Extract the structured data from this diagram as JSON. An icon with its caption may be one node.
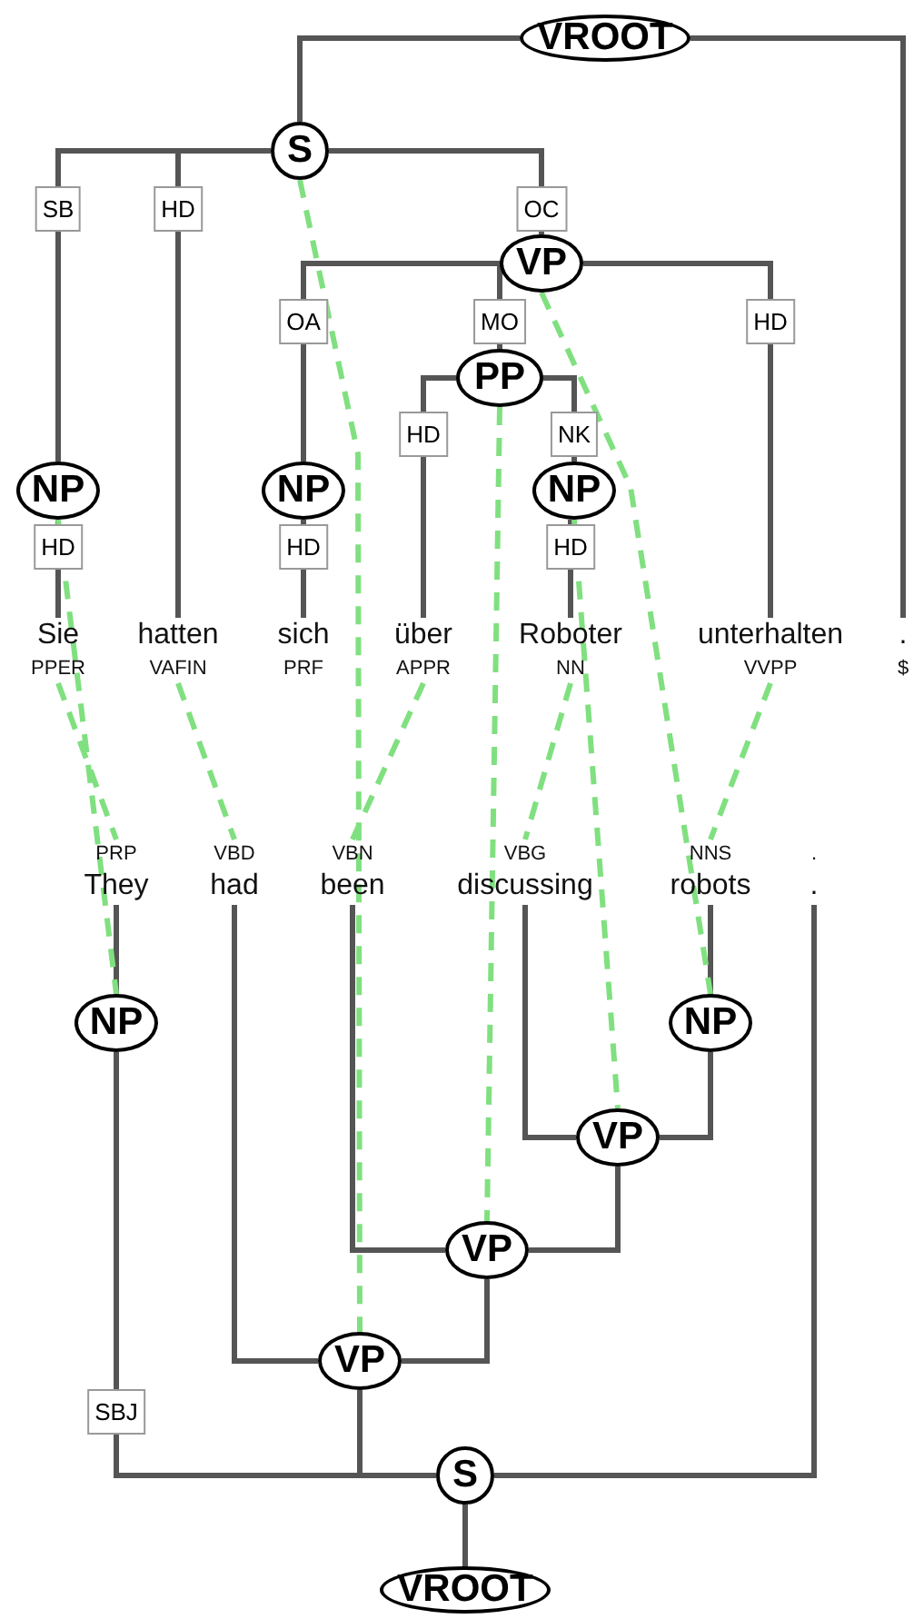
{
  "diagram": {
    "nodes": [
      {
        "text": [
          "VROOT"
        ]
      },
      {
        "text": [
          "S"
        ]
      },
      {
        "text": [
          "VP"
        ]
      },
      {
        "text": [
          "PP"
        ]
      },
      {
        "text": [
          "NP"
        ]
      },
      {
        "text": [
          "NP"
        ]
      },
      {
        "text": [
          "NP"
        ]
      },
      {
        "text": [
          "Sie",
          "PPER"
        ]
      },
      {
        "text": [
          "hatten",
          "VAFIN"
        ]
      },
      {
        "text": [
          "sich",
          "PRF"
        ]
      },
      {
        "text": [
          "über",
          "APPR"
        ]
      },
      {
        "text": [
          "Roboter",
          "NN"
        ]
      },
      {
        "text": [
          "unterhalten",
          "VVPP"
        ]
      },
      {
        "text": [
          ".",
          "$"
        ]
      },
      {
        "text": [
          "PRP",
          "They"
        ]
      },
      {
        "text": [
          "VBD",
          "had"
        ]
      },
      {
        "text": [
          "VBN",
          "been"
        ]
      },
      {
        "text": [
          "VBG",
          "discussing"
        ]
      },
      {
        "text": [
          "NNS",
          "robots"
        ]
      },
      {
        "text": [
          ".",
          "."
        ]
      },
      {
        "text": [
          "NP"
        ]
      },
      {
        "text": [
          "NP"
        ]
      },
      {
        "text": [
          "VP"
        ]
      },
      {
        "text": [
          "VP"
        ]
      },
      {
        "text": [
          "VP"
        ]
      },
      {
        "text": [
          "S"
        ]
      },
      {
        "text": [
          "VROOT"
        ]
      }
    ],
    "edges": [
      {
        "from": 0,
        "to": 1,
        "arrow": "none"
      },
      {
        "from": 0,
        "to": 13,
        "arrow": "none"
      },
      {
        "from": 1,
        "to": 4,
        "arrow": "none",
        "label": "SB"
      },
      {
        "from": 1,
        "to": 8,
        "arrow": "none",
        "label": "HD"
      },
      {
        "from": 1,
        "to": 2,
        "arrow": "none",
        "label": "OC"
      },
      {
        "from": 2,
        "to": 5,
        "arrow": "none",
        "label": "OA"
      },
      {
        "from": 2,
        "to": 3,
        "arrow": "none",
        "label": "MO"
      },
      {
        "from": 2,
        "to": 12,
        "arrow": "none",
        "label": "HD"
      },
      {
        "from": 3,
        "to": 10,
        "arrow": "none",
        "label": "HD"
      },
      {
        "from": 3,
        "to": 6,
        "arrow": "none",
        "label": "NK"
      },
      {
        "from": 4,
        "to": 7,
        "arrow": "none",
        "label": "HD"
      },
      {
        "from": 5,
        "to": 9,
        "arrow": "none",
        "label": "HD"
      },
      {
        "from": 6,
        "to": 11,
        "arrow": "none",
        "label": "HD"
      },
      {
        "from": 26,
        "to": 25,
        "arrow": "none"
      },
      {
        "from": 25,
        "to": 20,
        "arrow": "none",
        "label": "SBJ"
      },
      {
        "from": 25,
        "to": 24,
        "arrow": "none"
      },
      {
        "from": 25,
        "to": 19,
        "arrow": "none"
      },
      {
        "from": 20,
        "to": 14,
        "arrow": "none"
      },
      {
        "from": 24,
        "to": 15,
        "arrow": "none"
      },
      {
        "from": 24,
        "to": 23,
        "arrow": "none"
      },
      {
        "from": 23,
        "to": 16,
        "arrow": "none"
      },
      {
        "from": 23,
        "to": 22,
        "arrow": "none"
      },
      {
        "from": 22,
        "to": 17,
        "arrow": "none"
      },
      {
        "from": 22,
        "to": 21,
        "arrow": "none"
      },
      {
        "from": 21,
        "to": 18,
        "arrow": "none"
      },
      {
        "from": 1,
        "to": 24,
        "arrow": "none",
        "style": "dashed",
        "color": "#80e080"
      },
      {
        "from": 2,
        "to": 21,
        "arrow": "none",
        "style": "dashed",
        "color": "#80e080"
      },
      {
        "from": 3,
        "to": 23,
        "arrow": "none",
        "style": "dashed",
        "color": "#80e080"
      },
      {
        "from": 4,
        "to": 20,
        "arrow": "none",
        "style": "dashed",
        "color": "#80e080"
      },
      {
        "from": 6,
        "to": 22,
        "arrow": "none",
        "style": "dashed",
        "color": "#80e080"
      },
      {
        "from": 7,
        "to": 14,
        "arrow": "none",
        "style": "dashed",
        "color": "#80e080"
      },
      {
        "from": 8,
        "to": 15,
        "arrow": "none",
        "style": "dashed",
        "color": "#80e080"
      },
      {
        "from": 10,
        "to": 16,
        "arrow": "none",
        "style": "dashed",
        "color": "#80e080"
      },
      {
        "from": 11,
        "to": 17,
        "arrow": "none",
        "style": "dashed",
        "color": "#80e080"
      },
      {
        "from": 12,
        "to": 18,
        "arrow": "none",
        "style": "dashed",
        "color": "#80e080"
      }
    ]
  }
}
